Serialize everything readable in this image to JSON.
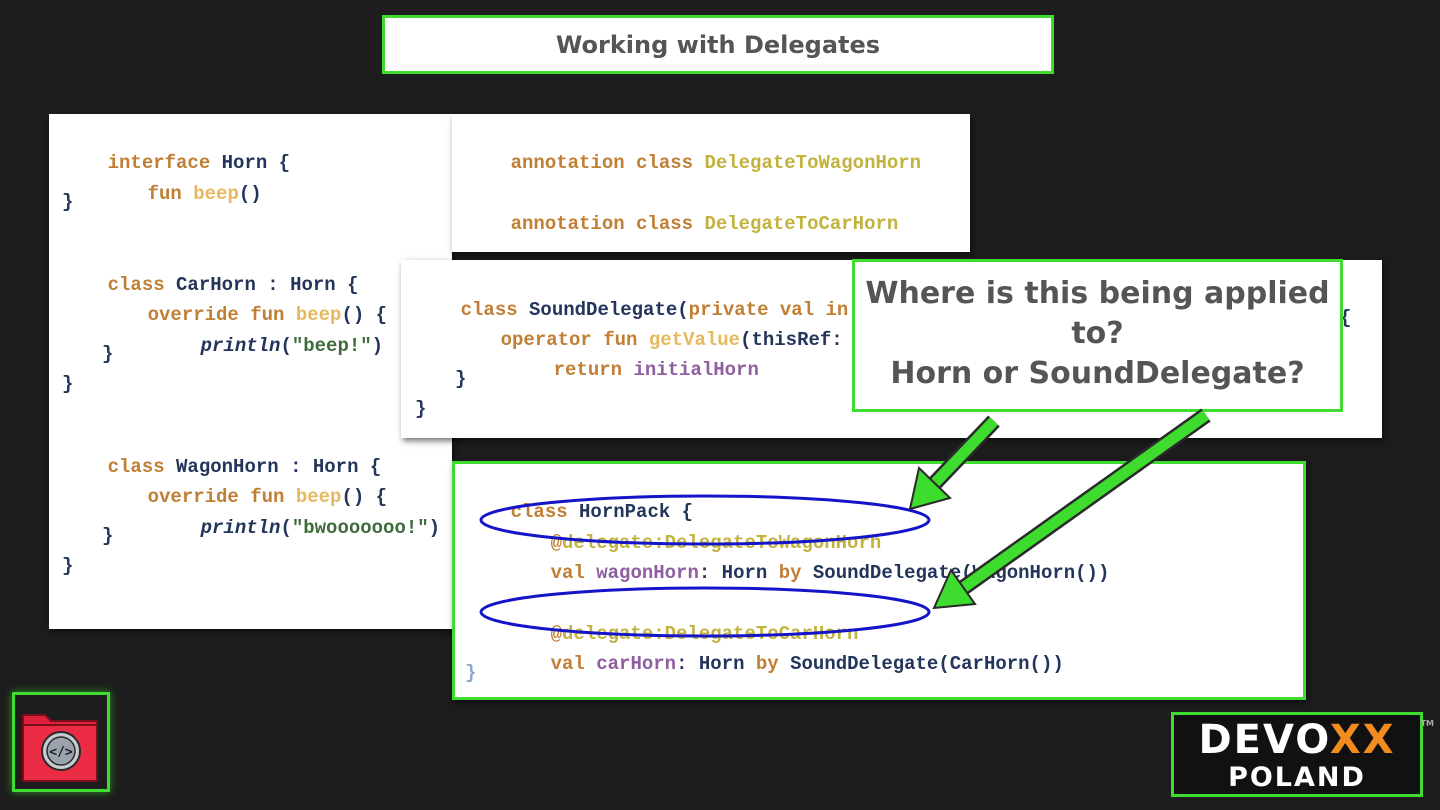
{
  "slide": {
    "title": "Working with Delegates"
  },
  "horn_code": {
    "l1_kw": "interface",
    "l1_id": "Horn",
    "l1_b": "{",
    "l2_kw": "fun",
    "l2_fn": "beep",
    "l2_p": "()",
    "l3": "}",
    "l5_kw": "class",
    "l5_id": "CarHorn",
    "l5_rest": ": Horn {",
    "l6_kw": "override fun",
    "l6_fn": "beep",
    "l6_rest": "() {",
    "l7_fn": "println",
    "l7_o": "(",
    "l7_str": "\"beep!\"",
    "l7_c": ")",
    "l8": "}",
    "l9": "}",
    "l11_kw": "class",
    "l11_id": "WagonHorn",
    "l11_rest": ": Horn {",
    "l12_kw": "override fun",
    "l12_fn": "beep",
    "l12_rest": "() {",
    "l13_fn": "println",
    "l13_o": "(",
    "l13_str": "\"bwooooooo!\"",
    "l13_c": ")",
    "l14": "}",
    "l15": "}"
  },
  "annotations_code": {
    "l1_kw": "annotation class",
    "l1_name": "DelegateToWagonHorn",
    "l2_kw": "annotation class",
    "l2_name": "DelegateToCarHorn"
  },
  "sounddelegate_code": {
    "l1_kw": "class",
    "l1_id": "SoundDelegate(",
    "l1_kw2": "private val",
    "l1_rest": "in",
    "l2_kw": "operator fun",
    "l2_fn": "getValue",
    "l2_rest": "(thisRef:",
    "l2_tail": "{",
    "l3_kw": "return",
    "l3_prop": "initialHorn",
    "l4": "}",
    "l5": "}"
  },
  "hornpack_code": {
    "l1_kw": "class",
    "l1_id": "HornPack {",
    "l2_at": "@",
    "l2_anno": "delegate:DelegateToWagonHorn",
    "l3_kw": "val",
    "l3_prop": "wagonHorn",
    "l3_type": ": Horn",
    "l3_by": "by",
    "l3_call": "SoundDelegate(WagonHorn())",
    "l5_at": "@",
    "l5_anno": "delegate:DelegateToCarHorn",
    "l6_kw": "val",
    "l6_prop": "carHorn",
    "l6_type": ": Horn",
    "l6_by": "by",
    "l6_call": "SoundDelegate(CarHorn())",
    "l7": "}"
  },
  "callout": {
    "line1": "Where is this being applied to?",
    "line2": "Horn or SoundDelegate?"
  },
  "branding": {
    "devoxx_main": "DEVO",
    "devoxx_xx": "XX",
    "devoxx_city": "POLAND",
    "trademark": "TM",
    "logo_icon": "code-folder-icon"
  },
  "colors": {
    "accent_green": "#3ddc2f",
    "ellipse_blue": "#1414c8",
    "keyword": "#c07f35",
    "annotation": "#c2b23e",
    "background": "#1d1d1d",
    "devoxx_orange": "#f28c1e"
  }
}
